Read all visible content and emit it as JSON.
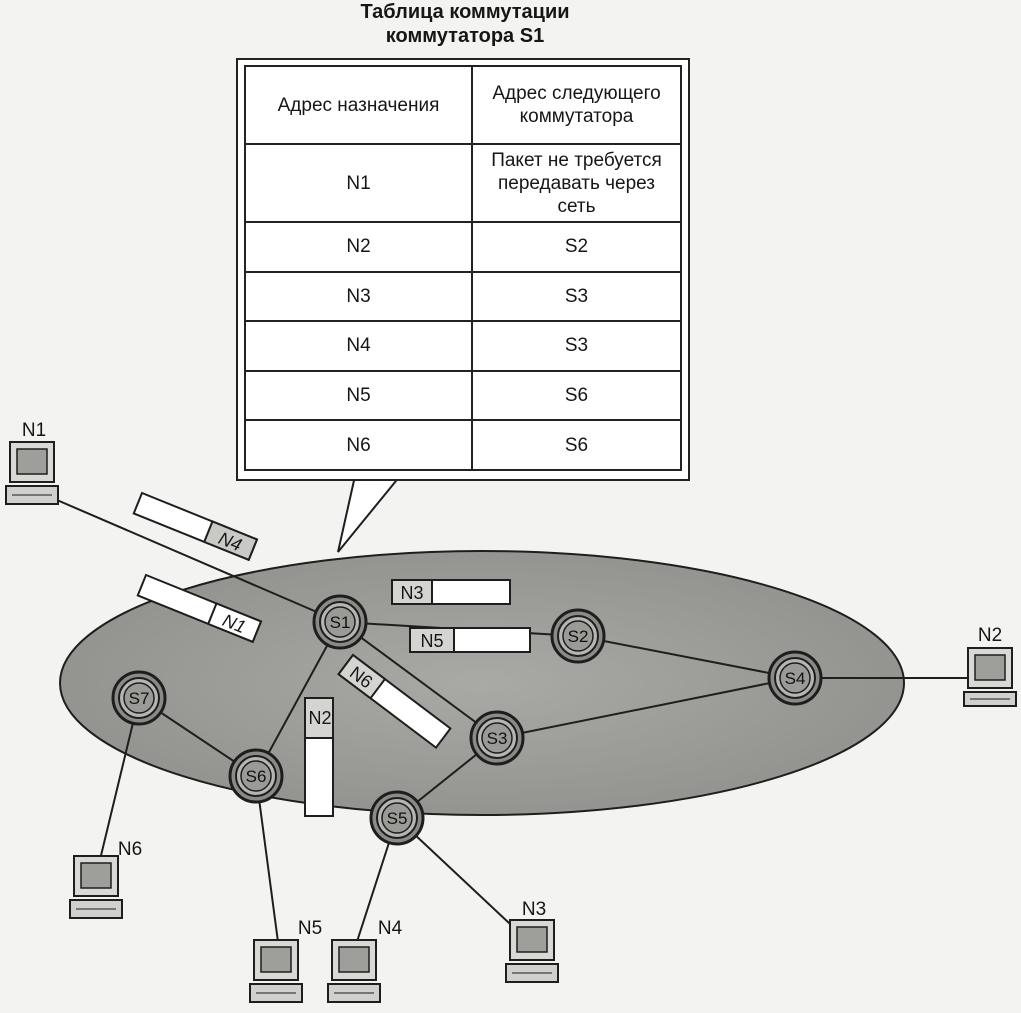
{
  "title": {
    "line1": "Таблица коммутации",
    "line2": "коммутатора S1"
  },
  "table": {
    "headers": {
      "destination": "Адрес назначения",
      "next_switch": "Адрес следующего коммутатора"
    },
    "rows": [
      {
        "destination": "N1",
        "next_switch": "Пакет не требуется передавать через сеть"
      },
      {
        "destination": "N2",
        "next_switch": "S2"
      },
      {
        "destination": "N3",
        "next_switch": "S3"
      },
      {
        "destination": "N4",
        "next_switch": "S3"
      },
      {
        "destination": "N5",
        "next_switch": "S6"
      },
      {
        "destination": "N6",
        "next_switch": "S6"
      }
    ]
  },
  "switches": [
    "S1",
    "S2",
    "S3",
    "S4",
    "S5",
    "S6",
    "S7"
  ],
  "nodes": [
    "N1",
    "N2",
    "N3",
    "N4",
    "N5",
    "N6"
  ],
  "packets": [
    "N4",
    "N1",
    "N3",
    "N5",
    "N6",
    "N2"
  ],
  "colors": {
    "network_fill": "#9c9c98",
    "line": "#1e1e1e",
    "background": "#f3f3f1"
  }
}
